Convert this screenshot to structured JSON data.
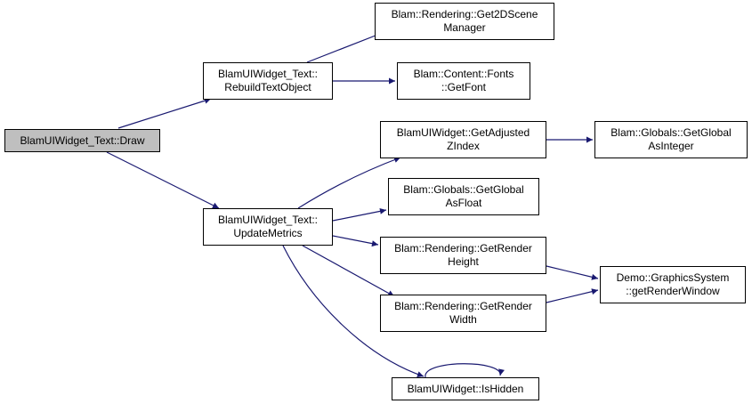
{
  "colors": {
    "edge": "#191970",
    "root_fill": "#bfbfbf",
    "node_fill": "#ffffff",
    "node_border": "#000000"
  },
  "nodes": {
    "draw": {
      "line1": "BlamUIWidget_Text::Draw"
    },
    "rebuild": {
      "line1": "BlamUIWidget_Text::",
      "line2": "RebuildTextObject"
    },
    "update": {
      "line1": "BlamUIWidget_Text::",
      "line2": "UpdateMetrics"
    },
    "get2d": {
      "line1": "Blam::Rendering::Get2DScene",
      "line2": "Manager"
    },
    "getfont": {
      "line1": "Blam::Content::Fonts",
      "line2": "::GetFont"
    },
    "getadj": {
      "line1": "BlamUIWidget::GetAdjusted",
      "line2": "ZIndex"
    },
    "getfloat": {
      "line1": "Blam::Globals::GetGlobal",
      "line2": "AsFloat"
    },
    "getheight": {
      "line1": "Blam::Rendering::GetRender",
      "line2": "Height"
    },
    "getwidth": {
      "line1": "Blam::Rendering::GetRender",
      "line2": "Width"
    },
    "ishidden": {
      "line1": "BlamUIWidget::IsHidden"
    },
    "getint": {
      "line1": "Blam::Globals::GetGlobal",
      "line2": "AsInteger"
    },
    "renderwin": {
      "line1": "Demo::GraphicsSystem",
      "line2": "::getRenderWindow"
    }
  },
  "edges": [
    [
      "draw",
      "rebuild"
    ],
    [
      "draw",
      "update"
    ],
    [
      "rebuild",
      "get2d"
    ],
    [
      "rebuild",
      "getfont"
    ],
    [
      "update",
      "getadj"
    ],
    [
      "update",
      "getfloat"
    ],
    [
      "update",
      "getheight"
    ],
    [
      "update",
      "getwidth"
    ],
    [
      "update",
      "ishidden"
    ],
    [
      "getadj",
      "getint"
    ],
    [
      "getheight",
      "renderwin"
    ],
    [
      "getwidth",
      "renderwin"
    ],
    [
      "ishidden",
      "ishidden"
    ]
  ]
}
